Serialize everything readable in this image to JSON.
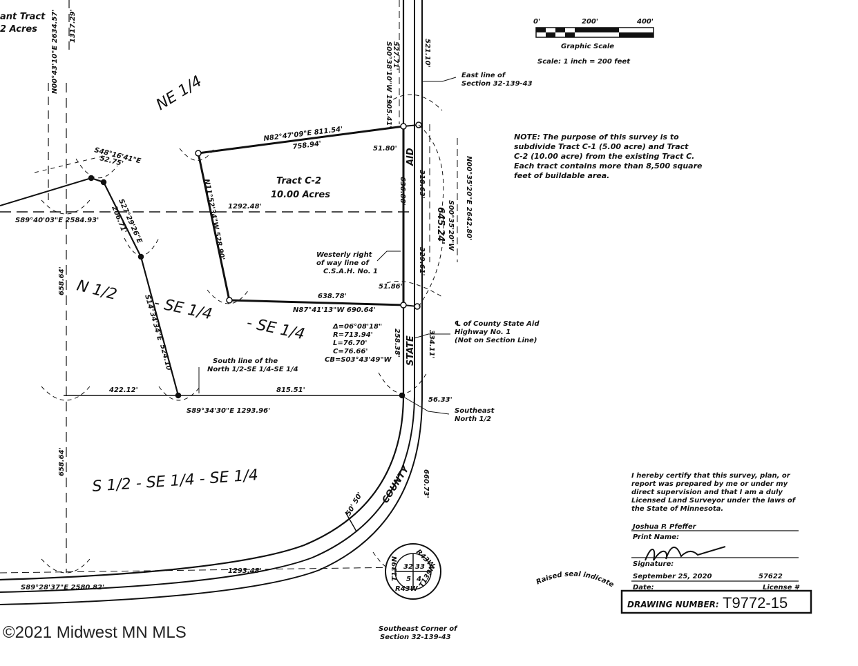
{
  "scale": {
    "ticks": [
      "0'",
      "200'",
      "400'"
    ],
    "title": "Graphic Scale",
    "ratio": "Scale: 1 inch = 200 feet"
  },
  "note": {
    "lines": [
      "NOTE: The purpose of this survey is to",
      "subdivide Tract C-1 (5.00 acre) and Tract",
      "C-2 (10.00 acre) from the existing Tract C.",
      "Each tract contains more than 8,500 square",
      "feet of buildable area."
    ]
  },
  "tract": {
    "partial_top": "ant Tract",
    "partial_acres": "2 Acres",
    "name": "Tract C-2",
    "acres": "10.00 Acres"
  },
  "regions": {
    "ne_quarter": "NE 1/4",
    "n_half": "N 1/2",
    "se_a": "- SE 1/4",
    "se_b": "- SE 1/4",
    "south_half": "S 1/2   - SE 1/4   - SE 1/4"
  },
  "road": {
    "county": "COUNTY",
    "state": "STATE",
    "aid": "AID",
    "row_width": "50' 50'"
  },
  "bearings": {
    "north_line": "N82°47'09\"E  811.54'",
    "north_line_inner": "758.94'",
    "west_line": "N11°52'34\"W   528.90'",
    "south_line": "N87°41'13\"W   690.64'",
    "south_line_inner": "638.78'",
    "center_dim": "1292.48'",
    "east_offset_top": "51.80'",
    "east_offset_mid": "51.86'",
    "east_offset_low": "56.33'",
    "east_dim_1": "636.88'",
    "east_dim_2": "318.63'",
    "east_dim_3": "329.61'",
    "east_dim_4": "645.24'",
    "east_bearing_1": "S00°35'20\"W",
    "east_bearing_2": "N00°35'20\"E  2642.80'",
    "east_dim_5": "258.38'",
    "east_dim_6": "334.11'",
    "east_dim_7": "660.73'",
    "east_top_1": "S00°38'10\"W  1905.41'",
    "east_top_2": "527.71'",
    "east_top_3": "521.10'",
    "west_bearing_1": "N00°43'10\"E  2634.57'",
    "west_dim_top": "1317.29'",
    "small_bearing": "S48°16'41\"E",
    "small_dim": "52.75'",
    "diag_bearing": "S27°29'26\"E",
    "diag_dim": "206.71'",
    "diag2_bearing": "S14°34'34\"E",
    "diag2_dim": "524.10'",
    "mid_west": "S89°40'03\"E  2584.93'",
    "west_dim_mid": "658.64'",
    "west_dim_low": "658.64'",
    "south_seg_1": "422.12'",
    "south_seg_2": "815.51'",
    "south_bearing": "S89°34'30\"E   1293.96'",
    "bottom_bearing": "S89°28'37\"E   2580.82'",
    "bottom_dim": "1293.48'"
  },
  "curve": {
    "delta": "Δ=06°08'18\"",
    "radius": "R=713.94'",
    "length": "L=76.70'",
    "chord": "C=76.66'",
    "chord_bearing": "CB=S03°43'49\"W"
  },
  "callouts": {
    "east_line_1": "East line of",
    "east_line_2": "Section 32-139-43",
    "westerly_1": "Westerly right",
    "westerly_2": "of way line of",
    "westerly_3": "C.S.A.H. No. 1",
    "centerline_1": "℄ of County State Aid",
    "centerline_2": "Highway No. 1",
    "centerline_3": "(Not on Section Line)",
    "south_line_1": "South line of the",
    "south_line_2": "North 1/2-SE 1/4-SE 1/4",
    "southeast_1": "Southeast",
    "southeast_2": "North 1/2",
    "corner_1": "Southeast Corner of",
    "corner_2": "Section 32-139-43"
  },
  "monument": {
    "t_left": "T139N",
    "r_right": "R43W",
    "r_left": "R43W",
    "t_right": "T139N",
    "n1": "32",
    "n2": "33",
    "n3": "5",
    "n4": "4"
  },
  "certification": {
    "lines": [
      "I hereby certify that this survey, plan, or",
      "report was prepared by me or under my",
      "direct supervision and that I am a duly",
      "Licensed Land Surveyor under the laws of",
      "the State of Minnesota."
    ],
    "surveyor": "Joshua P. Pfeffer",
    "print_name_label": "Print Name:",
    "signature_label": "Signature:",
    "date": "September 25, 2020",
    "date_label": "Date:",
    "license": "57622",
    "license_label": "License #",
    "seal_note": "Raised seal indicates official copy"
  },
  "drawing": {
    "label": "DRAWING NUMBER:",
    "number": "T9772-15"
  },
  "watermark": "©2021 Midwest MN MLS"
}
